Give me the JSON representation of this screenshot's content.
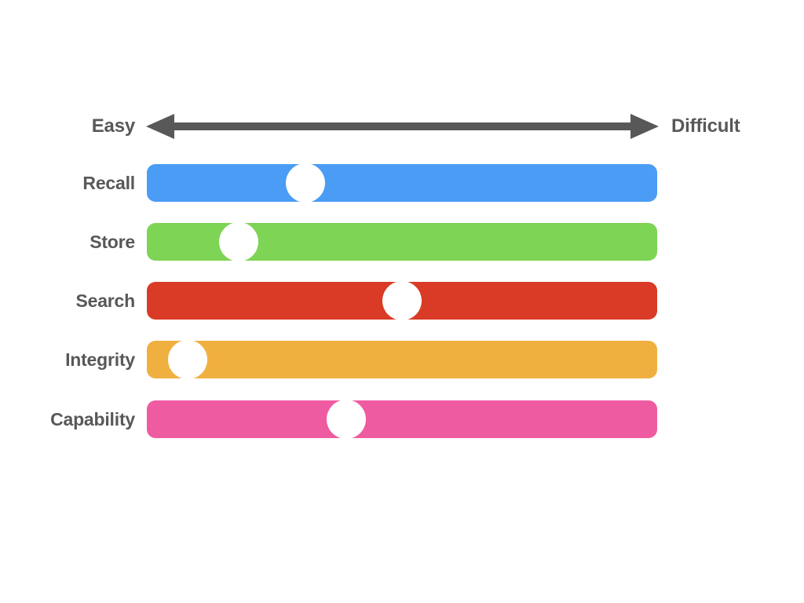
{
  "axis": {
    "left_label": "Easy",
    "right_label": "Difficult",
    "arrow_color": "#585858",
    "arrow_name": "double-headed-arrow-icon"
  },
  "chart_data": {
    "type": "bar",
    "title": "",
    "subtitle": "",
    "xlabel": "",
    "ylabel": "",
    "xlim": [
      0,
      100
    ],
    "grid": false,
    "legend": "none",
    "axis_annotations": [
      "Easy",
      "Difficult"
    ],
    "scale_description": "Horizontal difficulty scale running from Easy (left) to Difficult (right)",
    "categories": [
      "Recall",
      "Store",
      "Search",
      "Integrity",
      "Capability"
    ],
    "values": [
      31,
      18,
      50,
      8,
      39
    ],
    "series": [
      {
        "name": "Difficulty",
        "values": [
          31,
          18,
          50,
          8,
          39
        ]
      }
    ],
    "colors": [
      "#4A9CF5",
      "#7DD455",
      "#D93B26",
      "#F0B040",
      "#EF5BA1"
    ],
    "marker": "white-circle-knob"
  },
  "rows": [
    {
      "label": "Recall",
      "color": "#4A9CF5",
      "value": 31,
      "top": 209
    },
    {
      "label": "Store",
      "color": "#7DD455",
      "value": 18,
      "top": 284
    },
    {
      "label": "Search",
      "color": "#D93B26",
      "value": 50,
      "top": 359
    },
    {
      "label": "Integrity",
      "color": "#F0B040",
      "value": 8,
      "top": 434
    },
    {
      "label": "Capability",
      "color": "#EF5BA1",
      "value": 39,
      "top": 510
    }
  ],
  "canvas": {
    "background": "#FFFFFF",
    "text_color": "#585858",
    "knob_color": "#FFFFFF"
  }
}
